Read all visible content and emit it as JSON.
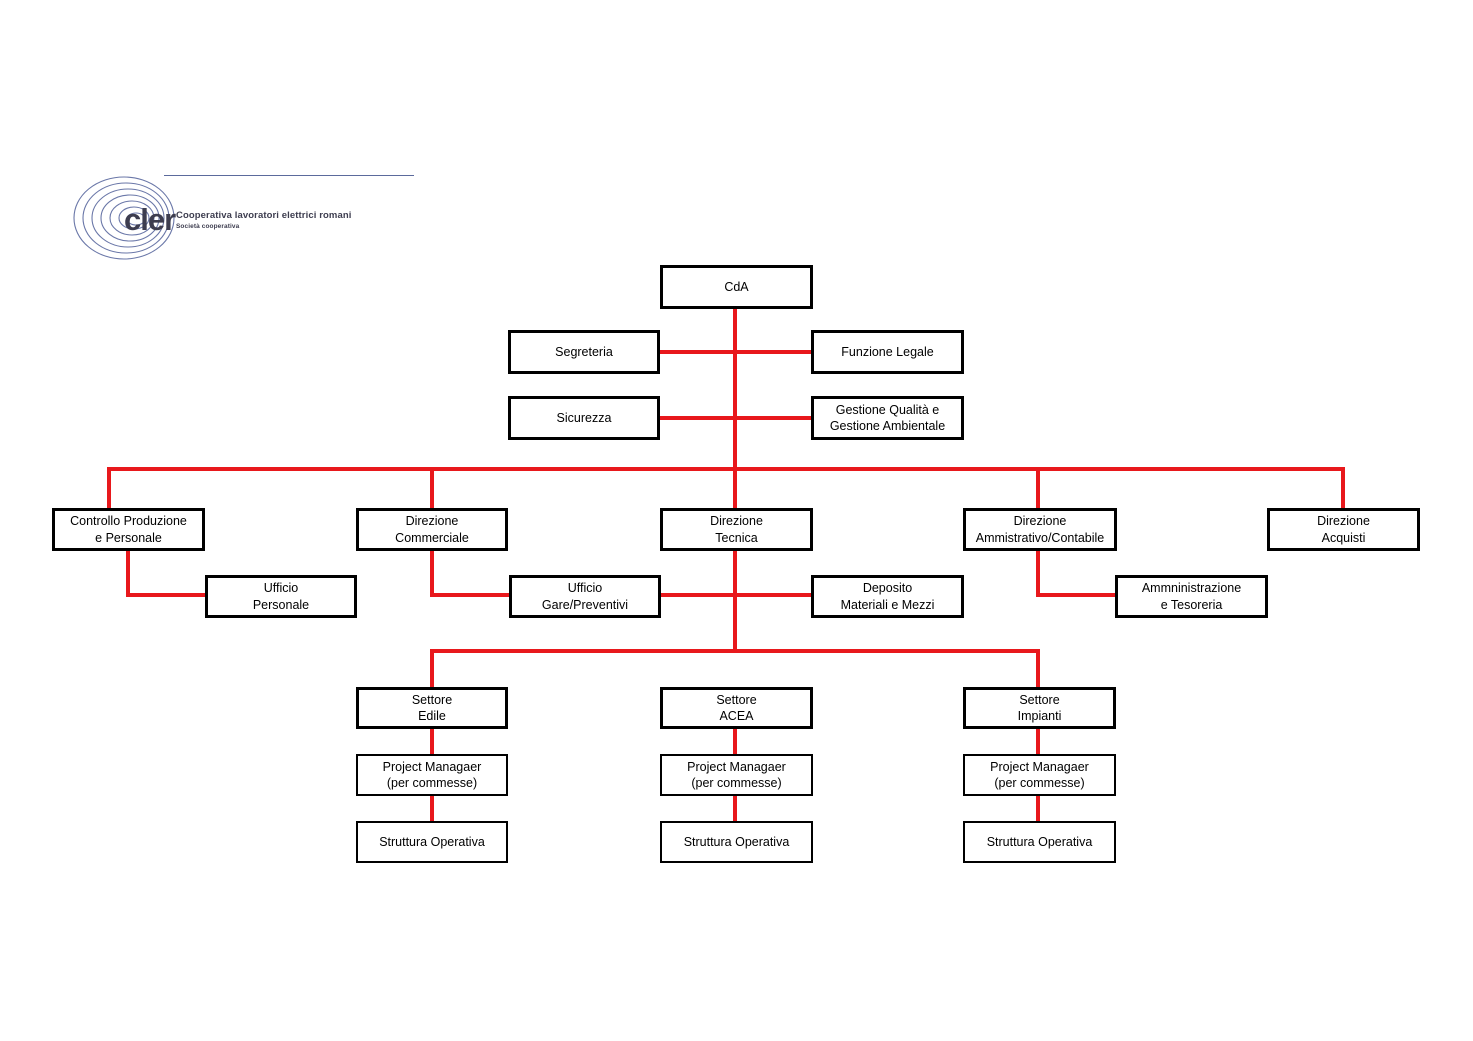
{
  "logo": {
    "mark_text": "cler",
    "company_name": "Cooperativa lavoratori elettrici romani",
    "company_type": "Società cooperativa"
  },
  "chart_title": "",
  "accent_color": "#e8181c",
  "border_color": "#000000",
  "nodes": {
    "cda": "CdA",
    "segreteria": "Segreteria",
    "funzione_legale": "Funzione Legale",
    "sicurezza": "Sicurezza",
    "gestione_qualita": "Gestione Qualità e\nGestione Ambientale",
    "controllo_produzione": "Controllo Produzione\ne Personale",
    "direzione_commerciale": "Direzione\nCommerciale",
    "direzione_tecnica": "Direzione\nTecnica",
    "direzione_amministrativo": "Direzione\nAmmistrativo/Contabile",
    "direzione_acquisti": "Direzione\nAcquisti",
    "ufficio_personale": "Ufficio\nPersonale",
    "ufficio_gare": "Ufficio\nGare/Preventivi",
    "deposito_materiali": "Deposito\nMateriali e Mezzi",
    "amministrazione_tesoreria": "Ammninistrazione\ne Tesoreria",
    "settore_edile": "Settore\nEdile",
    "settore_acea": "Settore\nACEA",
    "settore_impianti": "Settore\nImpianti",
    "pm_edile": "Project Managaer\n(per commesse)",
    "pm_acea": "Project Managaer\n(per commesse)",
    "pm_impianti": "Project Managaer\n(per commesse)",
    "struttura_edile": "Struttura Operativa",
    "struttura_acea": "Struttura Operativa",
    "struttura_impianti": "Struttura Operativa"
  }
}
